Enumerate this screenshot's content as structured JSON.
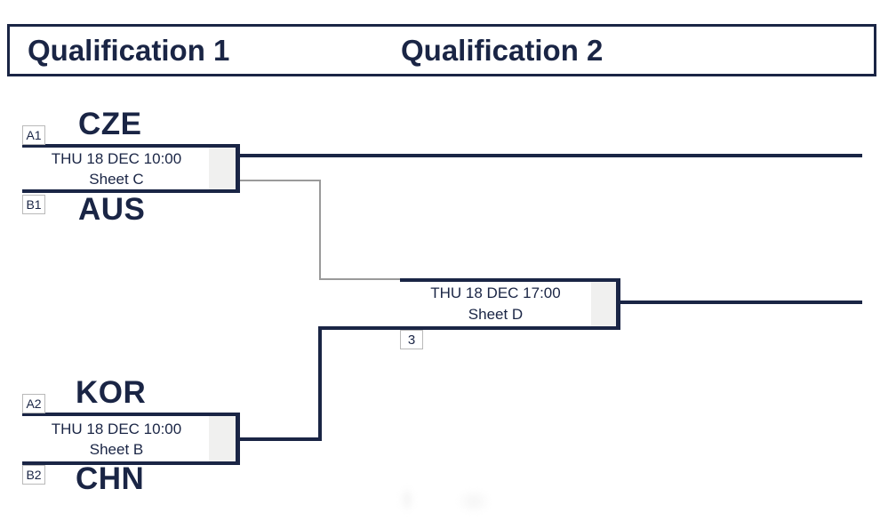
{
  "header": {
    "titles": [
      {
        "label": "Qualification 1"
      },
      {
        "label": "Qualification 2"
      }
    ]
  },
  "bracket": {
    "games": [
      {
        "round": "Qualification 1",
        "top_seed": "A1",
        "top_team": "CZE",
        "bottom_seed": "B1",
        "bottom_team": "AUS",
        "datetime": "THU 18 DEC 10:00",
        "sheet": "Sheet C"
      },
      {
        "round": "Qualification 1",
        "top_seed": "A2",
        "top_team": "KOR",
        "bottom_seed": "B2",
        "bottom_team": "CHN",
        "datetime": "THU 18 DEC 10:00",
        "sheet": "Sheet B"
      },
      {
        "round": "Qualification 2",
        "datetime": "THU 18 DEC 17:00",
        "sheet": "Sheet D",
        "game_number": "3"
      }
    ]
  },
  "colors": {
    "navy": "#1a2545",
    "gray_line": "#9a9a9a",
    "panel_strip": "#f0f0ef",
    "label_border": "#b9b9b9"
  }
}
